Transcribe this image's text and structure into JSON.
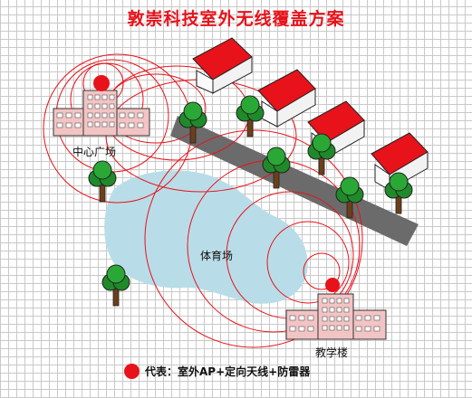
{
  "title": "敦崇科技室外无线覆盖方案",
  "labels": {
    "center_plaza": "中心广场",
    "stadium": "体育场",
    "teaching_building": "教学楼"
  },
  "legend": {
    "marker_icon": "red-dot-icon",
    "text": "代表：室外AP+定向天线+防雷器"
  },
  "colors": {
    "accent_red": "#e8121a",
    "lake": "#b9dde8",
    "road": "#6b6b6b",
    "building": "#f3c4c4",
    "tree": "#1f8a2a"
  }
}
